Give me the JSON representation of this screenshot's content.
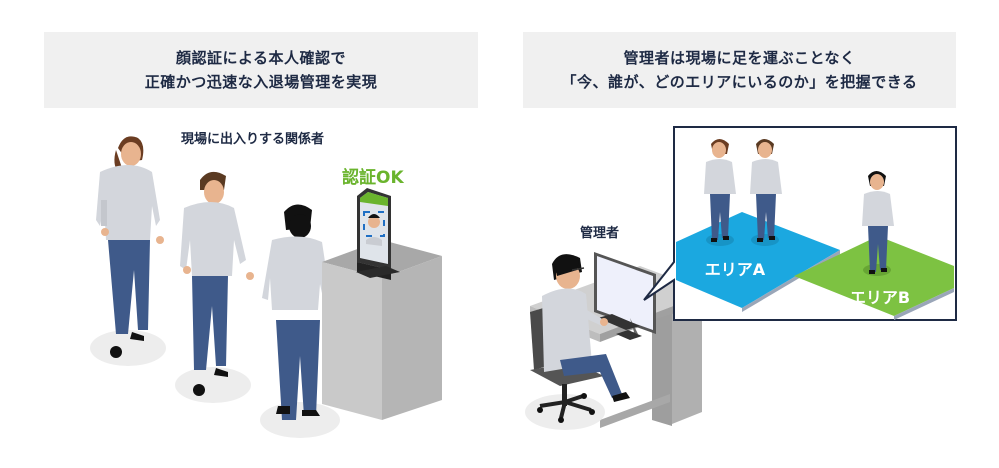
{
  "left_panel": {
    "header": {
      "line1": "顔認証による本人確認で",
      "line2": "正確かつ迅速な入退場管理を実現"
    },
    "people_label": "現場に出入りする関係者",
    "auth_status": "認証OK"
  },
  "right_panel": {
    "header": {
      "line1": "管理者は現場に足を運ぶことなく",
      "line2": "「今、誰が、どのエリアにいるのか」を把握できる"
    },
    "manager_label": "管理者",
    "areas": [
      {
        "label": "エリアA",
        "color": "#1ba8e0"
      },
      {
        "label": "エリアB",
        "color": "#7dc242"
      }
    ]
  },
  "colors": {
    "header_bg": "#f0f0f0",
    "text": "#1e2a44",
    "ok_green": "#6ab42d",
    "shirt": "#d3d6dc",
    "pants": "#3f5a8a",
    "terminal_blue": "#1f6fc4"
  }
}
